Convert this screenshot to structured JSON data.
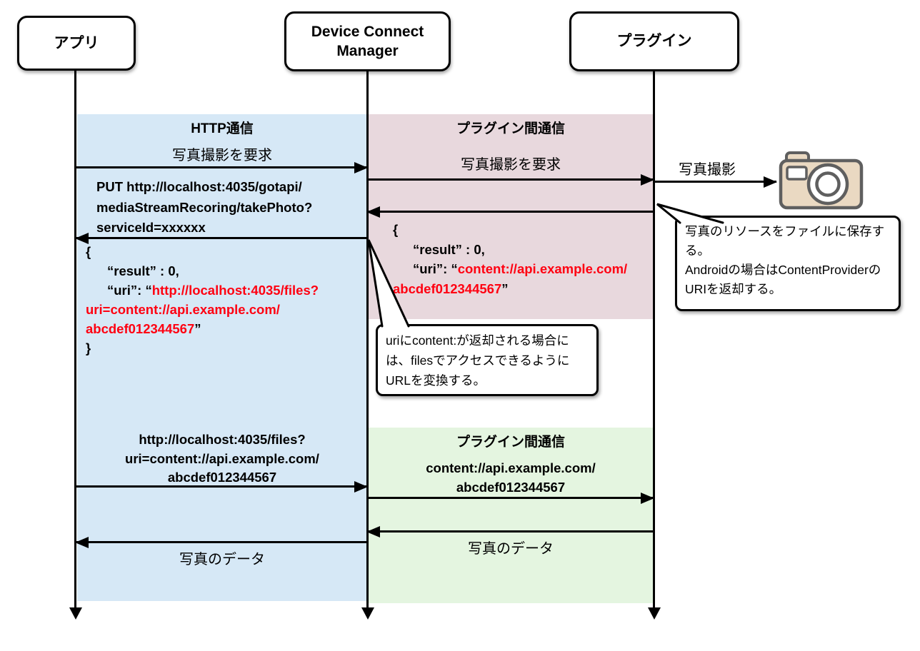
{
  "actors": [
    {
      "label": "アプリ"
    },
    {
      "label": "Device Connect Manager"
    },
    {
      "label": "プラグイン"
    }
  ],
  "regions": {
    "http": {
      "title": "HTTP通信"
    },
    "plugin1": {
      "title": "プラグイン間通信"
    },
    "plugin2": {
      "title": "プラグイン間通信"
    }
  },
  "colors": {
    "http_region": "#d6e8f6",
    "plugin_region1": "#e8d8dd",
    "plugin_region2": "#e4f5e0",
    "highlight_text": "#ff0011",
    "camera_body": "#ead9c2",
    "camera_stroke": "#5f5f5f",
    "camera_detail": "#ffffff"
  },
  "messages": {
    "photo_request_http": "写真撮影を要求",
    "put_request": [
      "PUT http://localhost:4035/gotapi/",
      "mediaStreamRecoring/takePhoto?",
      "serviceId=xxxxxx"
    ],
    "http_response": {
      "open": "{",
      "result": "“result” : 0,",
      "uri_key": "“uri”: “",
      "uri_value_1": "http://localhost:4035/files?",
      "uri_value_2": "uri=content://api.example.com/",
      "uri_value_3": "abcdef012344567",
      "close_quote": "”",
      "close": "}"
    },
    "photo_request_plugin": "写真撮影を要求",
    "plugin_response": {
      "open": "{",
      "result": "“result” : 0,",
      "uri_key": "“uri”: “",
      "uri_value_1": "content://api.example.com/",
      "uri_value_2": "abcdef012344567",
      "close_quote": "”",
      "close": "}"
    },
    "take_photo": "写真撮影",
    "files_request": [
      "http://localhost:4035/files?",
      "uri=content://api.example.com/",
      "abcdef012344567"
    ],
    "content_request": [
      "content://api.example.com/",
      "abcdef012344567"
    ],
    "photo_data_plugin": "写真のデータ",
    "photo_data_http": "写真のデータ"
  },
  "notes": {
    "save_resource_line1": "写真のリソースをファイルに保存する。",
    "save_resource_line2": "Androidの場合はContentProviderのURIを返却する。",
    "convert_url": "uriにcontent:が返却される場合には、filesでアクセスできるようにURLを変換する。"
  }
}
